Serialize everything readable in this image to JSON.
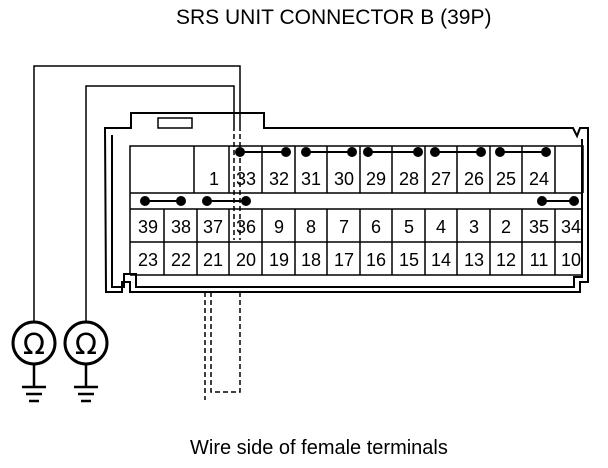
{
  "title": "SRS UNIT CONNECTOR B (39P)",
  "caption": "Wire side of female terminals",
  "meter_symbol": "Ω",
  "row1": [
    "1",
    "33",
    "32",
    "31",
    "30",
    "29",
    "28",
    "27",
    "26",
    "25",
    "24"
  ],
  "row2": [
    "39",
    "38",
    "37",
    "36",
    "9",
    "8",
    "7",
    "6",
    "5",
    "4",
    "3",
    "2",
    "35",
    "34"
  ],
  "row3": [
    "23",
    "22",
    "21",
    "20",
    "19",
    "18",
    "17",
    "16",
    "15",
    "14",
    "13",
    "12",
    "11",
    "10"
  ],
  "probe_pins": [
    "33",
    "36"
  ]
}
